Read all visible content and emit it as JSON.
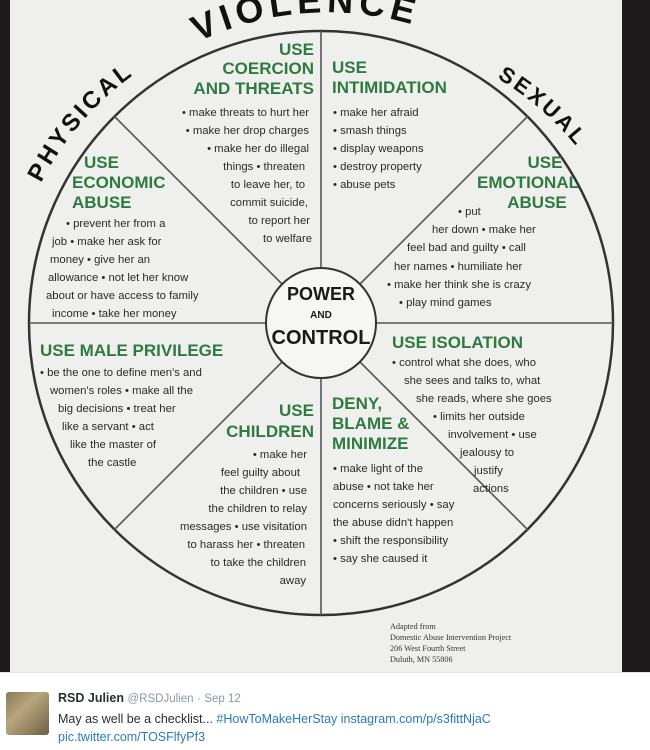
{
  "wheel": {
    "outer_ring": {
      "left": "PHYSICAL",
      "top": "VIOLENCE",
      "right": "SEXUAL"
    },
    "center": {
      "line1": "POWER",
      "line2": "AND",
      "line3": "CONTROL"
    },
    "segments": [
      {
        "id": "coercion",
        "heading": [
          "USE",
          "COERCION",
          "AND THREATS"
        ],
        "items": [
          "• make threats to hurt her",
          "• make her drop charges",
          "• make her do illegal",
          "things • threaten",
          "to leave her, to",
          "commit suicide,",
          "to report her",
          "to welfare"
        ]
      },
      {
        "id": "intimidation",
        "heading": [
          "USE",
          "INTIMIDATION"
        ],
        "items": [
          "• make her afraid",
          "• smash things",
          "• display weapons",
          "• destroy property",
          "• abuse pets"
        ]
      },
      {
        "id": "emotional",
        "heading": [
          "USE",
          "EMOTIONAL",
          "ABUSE"
        ],
        "items": [
          "• put",
          "her down • make her",
          "feel bad and guilty • call",
          "her names • humiliate her",
          "• make her think she is crazy",
          "• play mind games"
        ]
      },
      {
        "id": "isolation",
        "heading": [
          "USE ISOLATION"
        ],
        "items": [
          "• control what she does, who",
          "she sees and talks to, what",
          "she reads, where she goes",
          "• limits her outside",
          "involvement • use",
          "jealousy to",
          "justify",
          "actions"
        ]
      },
      {
        "id": "deny",
        "heading": [
          "DENY,",
          "BLAME &",
          "MINIMIZE"
        ],
        "items": [
          "• make light of the",
          "abuse • not take her",
          "concerns seriously • say",
          "the abuse didn't happen",
          "• shift the responsibility",
          "• say she caused it"
        ]
      },
      {
        "id": "children",
        "heading": [
          "USE",
          "CHILDREN"
        ],
        "items": [
          "• make her",
          "feel guilty about",
          "the children • use",
          "the children to relay",
          "messages • use visitation",
          "to harass her • threaten",
          "to take the children",
          "away"
        ]
      },
      {
        "id": "male-privilege",
        "heading": [
          "USE MALE PRIVILEGE"
        ],
        "items": [
          "• be the one to define men's and",
          "women's roles • make all the",
          "big decisions • treat her",
          "like a servant • act",
          "like the master of",
          "the castle"
        ]
      },
      {
        "id": "economic",
        "heading": [
          "USE",
          "ECONOMIC",
          "ABUSE"
        ],
        "items": [
          "• prevent her from a",
          "job • make her ask for",
          "money • give her an",
          "allowance • not let her know",
          "about or have access to family",
          "income • take her money"
        ]
      }
    ],
    "credit": [
      "Adapted from",
      "Domestic Abuse Intervention Project",
      "206 West Fourth Street",
      "Duluth, MN 55806"
    ],
    "colors": {
      "heading": "#2f7a43",
      "paper": "#efefed",
      "frame": "#1c1a1a"
    }
  },
  "tweet": {
    "name": "RSD Julien",
    "handle": "@RSDJulien",
    "separator": "·",
    "date": "Sep 12",
    "text": "May as well be a checklist...",
    "hashtag": "#HowToMakeHerStay",
    "link1": "instagram.com/p/s3fittNjaC",
    "link2": "pic.twitter.com/TOSFlfyPf3"
  }
}
